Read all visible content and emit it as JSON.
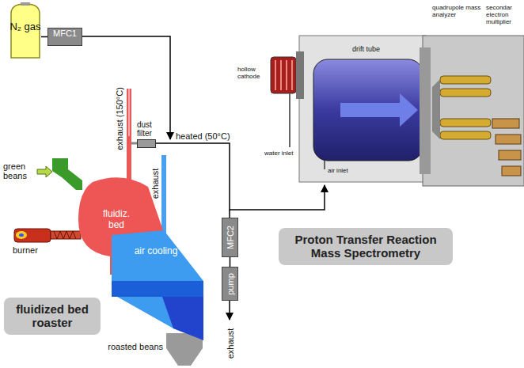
{
  "diagram": {
    "nodes": [
      {
        "text": [
          "N₂ gas"
        ]
      },
      {
        "text": [
          "MFC1"
        ]
      },
      {
        "text": [
          "fluidiz. bed"
        ]
      },
      {
        "text": [
          "air cooling"
        ]
      },
      {
        "text": [
          "dust filter"
        ]
      },
      {
        "text": [
          "MFC2"
        ]
      },
      {
        "text": [
          "pump"
        ]
      },
      {
        "text": [
          "Proton Transfer Reaction Mass Spectrometry"
        ]
      },
      {
        "text": [
          "fluidized bed roaster"
        ]
      }
    ],
    "edges": [
      {
        "from": 0,
        "to": 1,
        "arrow": "none"
      },
      {
        "from": 5,
        "to": 6,
        "arrow": "none"
      }
    ],
    "labels": [
      "green beans",
      "burner",
      "exhaust (150°C)",
      "exhaust",
      "heated (50°C)",
      "roasted beans",
      "exhaust",
      "hollow cathode",
      "water inlet",
      "air inlet",
      "drift tube",
      "quadrupole mass analyzer",
      "secondar electron multiplier"
    ]
  }
}
